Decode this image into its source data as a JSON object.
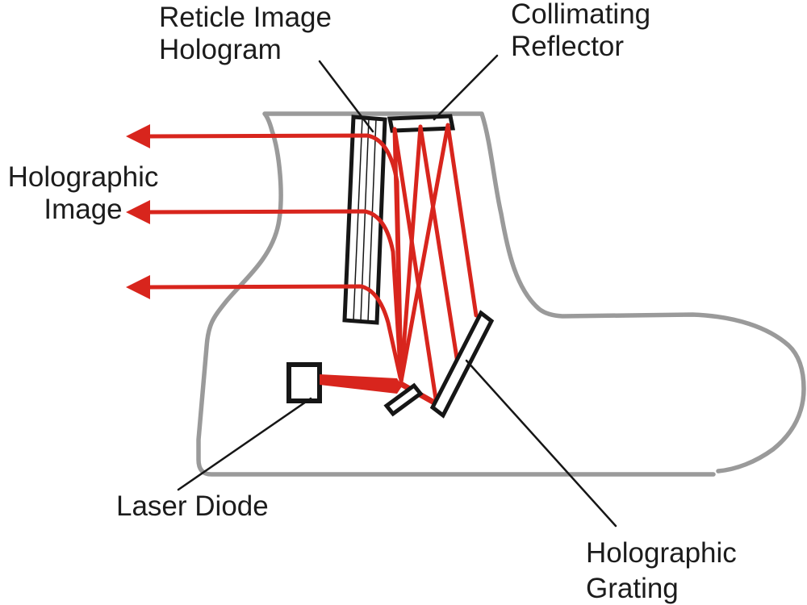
{
  "diagram": {
    "type": "holographic-weapon-sight-optical-path",
    "labels": {
      "reticle_image_hologram": "Reticle Image\nHologram",
      "collimating_reflector": "Collimating\nReflector",
      "holographic_image": "Holographic\nImage",
      "laser_diode": "Laser Diode",
      "holographic_grating": "Holographic\nGrating"
    },
    "colors": {
      "beam_red": "#d8251d",
      "outline_gray": "#9a9a9a",
      "component_black": "#161616"
    }
  }
}
